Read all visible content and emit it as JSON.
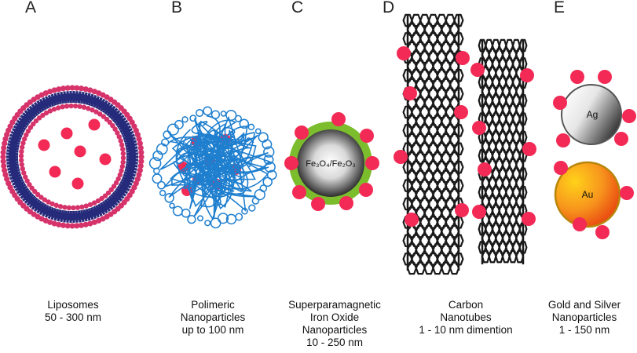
{
  "colors": {
    "drug": "#f22a55",
    "lipid_head": "#d6336b",
    "lipid_tail": "#262a7a",
    "polymer": "#1f7fcf",
    "iron_shell": "#7cbd2e",
    "nanotube": "#1a1a1a",
    "gold_light": "#ffd21a",
    "gold_dark": "#e8420f",
    "silver_light": "#ffffff",
    "silver_dark": "#1e1e1e"
  },
  "panels": [
    {
      "letter": "A",
      "caption": [
        "Liposomes",
        "50 - 300 nm"
      ]
    },
    {
      "letter": "B",
      "caption": [
        "Polimeric",
        "Nanoparticles",
        "up to 100 nm"
      ]
    },
    {
      "letter": "C",
      "caption": [
        "Superparamagnetic",
        "Iron Oxide",
        "Nanoparticles",
        "10 - 250 nm"
      ]
    },
    {
      "letter": "D",
      "caption": [
        "Carbon",
        "Nanotubes",
        "1 - 10 nm dimention"
      ]
    },
    {
      "letter": "E",
      "caption": [
        "Gold and Silver",
        "Nanoparticles",
        "1 - 150 nm"
      ]
    }
  ],
  "labels": {
    "iron_oxide": "Fe₃O₄/Fe₂O₃",
    "silver": "Ag",
    "gold": "Au"
  }
}
